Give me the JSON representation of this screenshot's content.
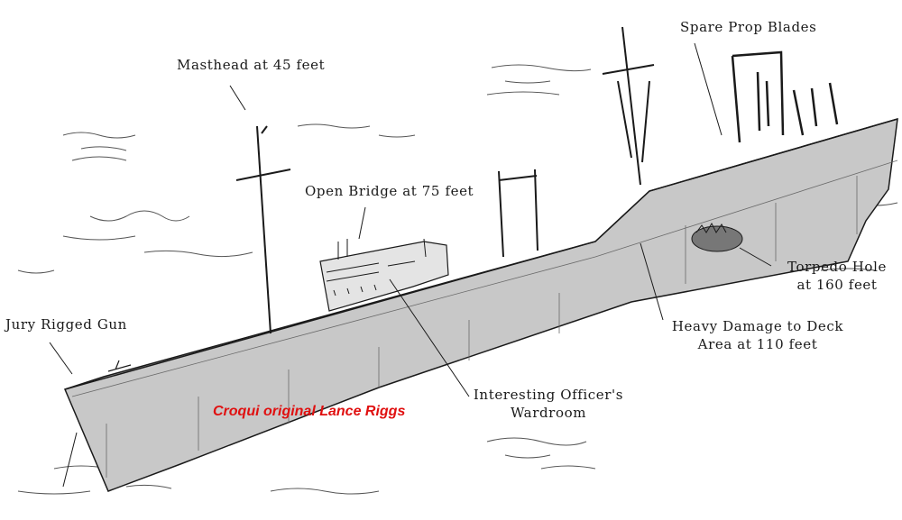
{
  "labels": {
    "masthead": "Masthead at 45 feet",
    "spare_prop": "Spare Prop Blades",
    "open_bridge": "Open Bridge at 75 feet",
    "jury_gun": "Jury Rigged Gun",
    "torpedo_line1": "Torpedo Hole",
    "torpedo_line2": "at 160 feet",
    "damage_line1": "Heavy Damage to Deck",
    "damage_line2": "Area at 110 feet",
    "wardroom_line1": "Interesting Officer's",
    "wardroom_line2": "Wardroom",
    "credit": "Croqui original Lance Riggs"
  },
  "colors": {
    "hull": "#c8c8c8",
    "bridge": "#e4e4e4",
    "ink": "#1a1a1a",
    "credit": "#e01010"
  }
}
